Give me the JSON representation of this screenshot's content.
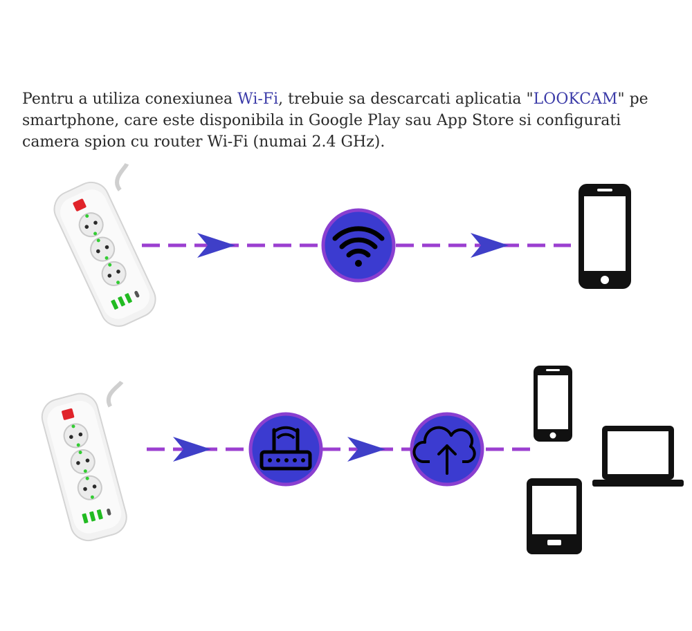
{
  "intro": {
    "part1": "Pentru a utiliza conexiunea ",
    "wifi": "Wi-Fi",
    "part2": ", trebuie sa descarcati aplicatia \"",
    "app": "LOOKCAM",
    "part3": "\" pe smartphone, care este disponibila in Google Play sau App Store si configurati camera spion cu router Wi-Fi (numai 2.4 GHz)."
  },
  "colors": {
    "text": "#2a2a2a",
    "highlight": "#3b3ba8",
    "dash": "#9b3fd0",
    "arrow": "#3f3fc8",
    "node_fill": "#3b3bd0",
    "node_ring": "#8a3fd0",
    "device": "#111111"
  },
  "icons": {
    "row1": [
      "power-strip-camera-icon",
      "wifi-icon",
      "smartphone-icon"
    ],
    "row2": [
      "power-strip-camera-icon",
      "router-icon",
      "cloud-upload-icon",
      "smartphone-icon",
      "laptop-icon",
      "tablet-icon"
    ]
  }
}
